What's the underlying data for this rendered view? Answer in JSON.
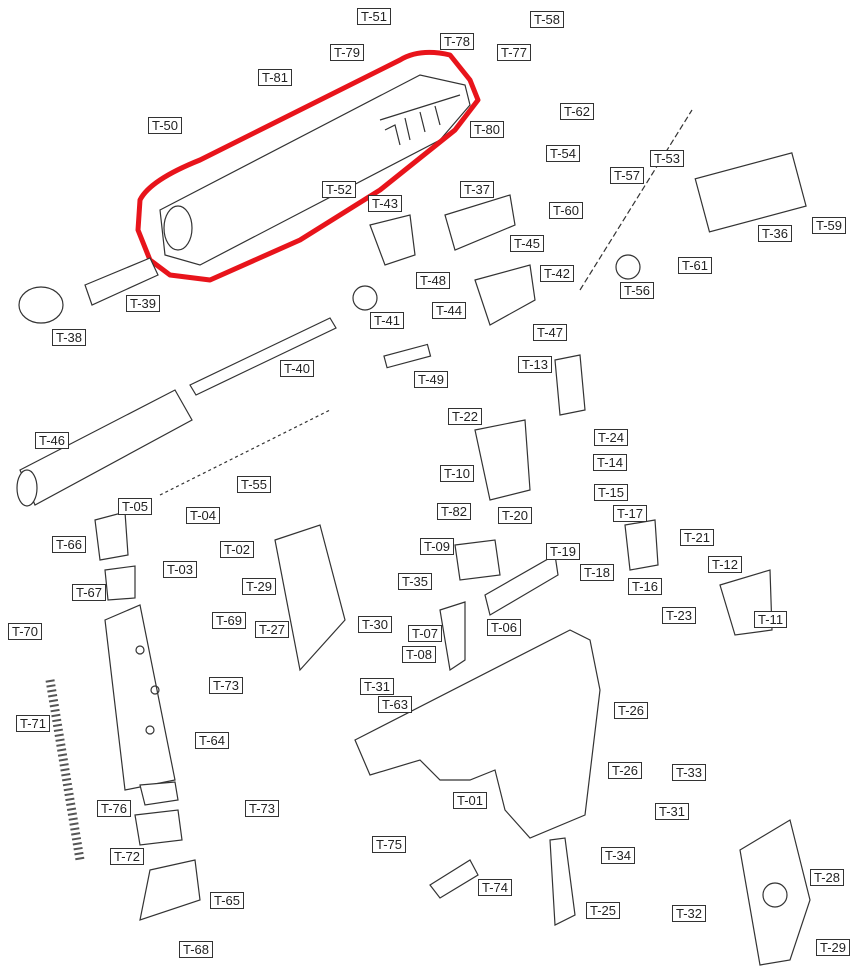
{
  "diagram": {
    "highlight_color": "#e8141b",
    "highlighted_part": "T-52",
    "labels": [
      "T-51",
      "T-58",
      "T-78",
      "T-77",
      "T-79",
      "T-81",
      "T-62",
      "T-50",
      "T-80",
      "T-54",
      "T-53",
      "T-57",
      "T-52",
      "T-37",
      "T-60",
      "T-43",
      "T-59",
      "T-36",
      "T-45",
      "T-61",
      "T-42",
      "T-48",
      "T-56",
      "T-39",
      "T-44",
      "T-38",
      "T-41",
      "T-47",
      "T-13",
      "T-40",
      "T-49",
      "T-46",
      "T-22",
      "T-24",
      "T-14",
      "T-10",
      "T-55",
      "T-15",
      "T-05",
      "T-04",
      "T-82",
      "T-20",
      "T-17",
      "T-21",
      "T-66",
      "T-02",
      "T-09",
      "T-19",
      "T-03",
      "T-29",
      "T-12",
      "T-18",
      "T-35",
      "T-16",
      "T-67",
      "T-69",
      "T-06",
      "T-23",
      "T-11",
      "T-27",
      "T-30",
      "T-70",
      "T-07",
      "T-08",
      "T-73",
      "T-31",
      "T-63",
      "T-26",
      "T-71",
      "T-64",
      "T-26",
      "T-33",
      "T-76",
      "T-73",
      "T-01",
      "T-31",
      "T-72",
      "T-34",
      "T-75",
      "T-74",
      "T-28",
      "T-65",
      "T-25",
      "T-32",
      "T-68",
      "T-29"
    ]
  }
}
